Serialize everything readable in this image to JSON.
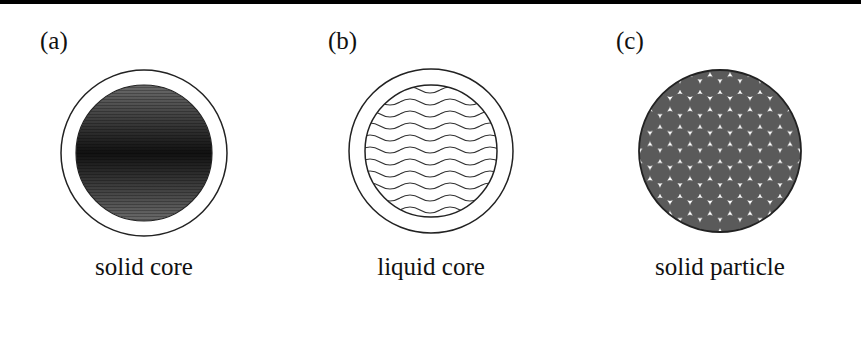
{
  "diagram": {
    "labels": [
      "(a)",
      "(b)",
      "(c)",
      "solid core",
      "liquid core",
      "solid particle"
    ]
  }
}
